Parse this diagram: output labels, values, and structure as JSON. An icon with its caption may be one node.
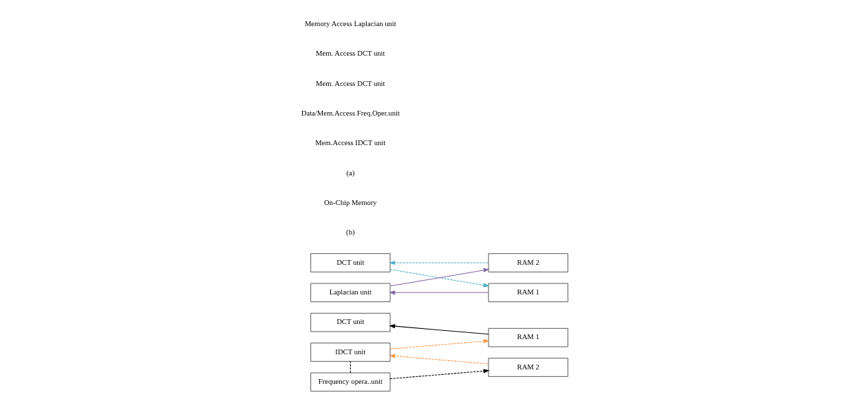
{
  "diagram": {
    "nodes": [
      {
        "text": [
          "Laplacian unit"
        ]
      },
      {
        "text": [
          "RAM 1"
        ]
      },
      {
        "text": [
          "DCT unit"
        ]
      },
      {
        "text": [
          "RAM 2"
        ]
      },
      {
        "text": [
          "DCT unit"
        ]
      },
      {
        "text": [
          "RAM 1"
        ]
      },
      {
        "text": [
          "Frequency opera..unit"
        ]
      },
      {
        "text": [
          "RAM 2"
        ]
      },
      {
        "text": [
          "IDCT unit"
        ]
      }
    ],
    "edges": [
      {
        "from": 1,
        "to": 0,
        "arrow": "to",
        "color": "#8064a2"
      },
      {
        "from": 0,
        "to": 3,
        "arrow": "to",
        "color": "#8064a2"
      },
      {
        "from": 2,
        "to": 1,
        "arrow": "to",
        "style": "dashed",
        "color": "#4bacc6"
      },
      {
        "from": 3,
        "to": 2,
        "arrow": "to",
        "style": "dashed",
        "color": "#4bacc6"
      },
      {
        "from": 5,
        "to": 4,
        "arrow": "to"
      },
      {
        "from": 6,
        "to": 7,
        "arrow": "to",
        "style": "dashed"
      },
      {
        "from": 8,
        "to": 5,
        "arrow": "to",
        "style": "dashed",
        "color": "#f79646"
      },
      {
        "from": 7,
        "to": 8,
        "arrow": "to",
        "style": "dashed",
        "color": "#f79646"
      },
      {
        "from": 6,
        "to": 8,
        "arrow": "none",
        "style": "dashed"
      }
    ],
    "labels": [
      "(a)",
      "On-Chip Memory",
      "(b)"
    ],
    "legend": [
      {
        "text": "Memory Access Laplacian unit"
      },
      {
        "text": "Mem. Access DCT unit"
      },
      {
        "text": "Mem. Access DCT unit"
      },
      {
        "text": "Data/Mem.Access Freq.Oper.unit"
      },
      {
        "text": "Mem.Access IDCT unit"
      }
    ]
  }
}
